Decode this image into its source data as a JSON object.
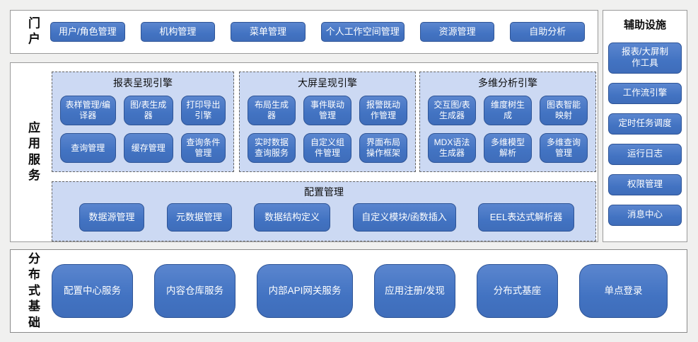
{
  "colors": {
    "node_blue": "#4273c2",
    "node_border": "#2e5496",
    "panel_light_blue": "#ccd9f3",
    "page_background": "#f0f0ef"
  },
  "portal": {
    "label": "门户",
    "nodes": [
      "用户/角色管理",
      "机构管理",
      "菜单管理",
      "个人工作空间管理",
      "资源管理",
      "自助分析"
    ]
  },
  "aux": {
    "title": "辅助设施",
    "nodes": [
      "报表/大屏制作工具",
      "工作流引擎",
      "定时任务调度",
      "运行日志",
      "权限管理",
      "消息中心"
    ]
  },
  "app": {
    "label": "应用服务",
    "engines": [
      {
        "title": "报表呈现引擎",
        "nodes": [
          "表样管理/编译器",
          "图/表生成器",
          "打印导出引擎",
          "查询管理",
          "缓存管理",
          "查询条件管理"
        ]
      },
      {
        "title": "大屏呈现引擎",
        "nodes": [
          "布局生成器",
          "事件联动管理",
          "报警既动作管理",
          "实时数据查询服务",
          "自定义组件管理",
          "界面布局操作框架"
        ]
      },
      {
        "title": "多维分析引擎",
        "nodes": [
          "交互图/表生成器",
          "维度树生成",
          "图表智能映射",
          "MDX语法生成器",
          "多维模型解析",
          "多维查询管理"
        ]
      }
    ],
    "config": {
      "title": "配置管理",
      "nodes": [
        "数据源管理",
        "元数据管理",
        "数据结构定义",
        "自定义模块/函数插入",
        "EEL表达式解析器"
      ]
    }
  },
  "dist": {
    "label": "分布式基础",
    "nodes": [
      "配置中心服务",
      "内容仓库服务",
      "内部API网关服务",
      "应用注册/发现",
      "分布式基座",
      "单点登录"
    ]
  }
}
